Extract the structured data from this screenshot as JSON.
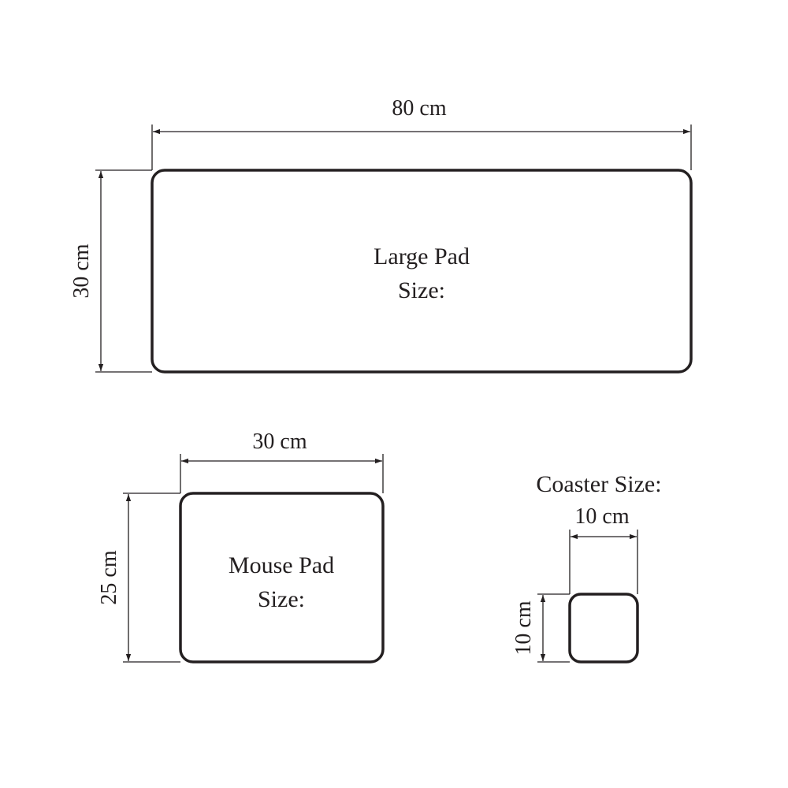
{
  "colors": {
    "ink": "#231f20",
    "background": "#ffffff"
  },
  "large_pad": {
    "line1": "Large Pad",
    "line2": "Size:",
    "width_label": "80 cm",
    "height_label": "30 cm"
  },
  "mouse_pad": {
    "line1": "Mouse Pad",
    "line2": "Size:",
    "width_label": "30 cm",
    "height_label": "25 cm"
  },
  "coaster": {
    "title": "Coaster Size:",
    "width_label": "10 cm",
    "height_label": "10 cm"
  }
}
